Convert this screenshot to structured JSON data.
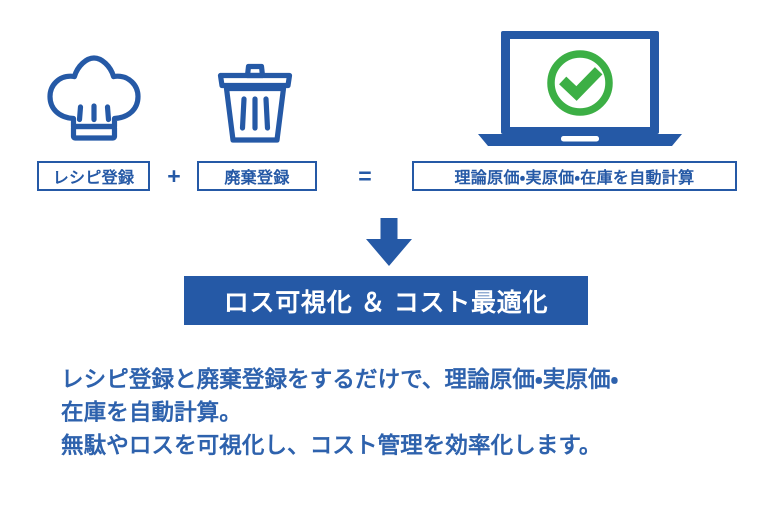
{
  "palette": {
    "brand_blue": "#2559A6",
    "text_blue": "#2E62AD",
    "check_green": "#3CAF45",
    "background": "#FFFFFF"
  },
  "icons": {
    "chef_hat": "chef-hat-icon",
    "trash_can": "trash-can-icon",
    "laptop": "laptop-icon",
    "check_circle": "check-circle-icon",
    "down_arrow": "down-arrow-icon"
  },
  "equation": {
    "recipe_label": "レシピ登録",
    "plus_operator": "+",
    "waste_label": "廃棄登録",
    "equals_operator": "=",
    "result_label": "理論原価・実原価・在庫を自動計算"
  },
  "banner": {
    "text": "ロス可視化 ＆ コスト最適化"
  },
  "description": {
    "lines": [
      "レシピ登録と廃棄登録をするだけで、理論原価・実原価・",
      "在庫を自動計算。",
      "無駄やロスを可視化し、コスト管理を効率化します。"
    ]
  }
}
